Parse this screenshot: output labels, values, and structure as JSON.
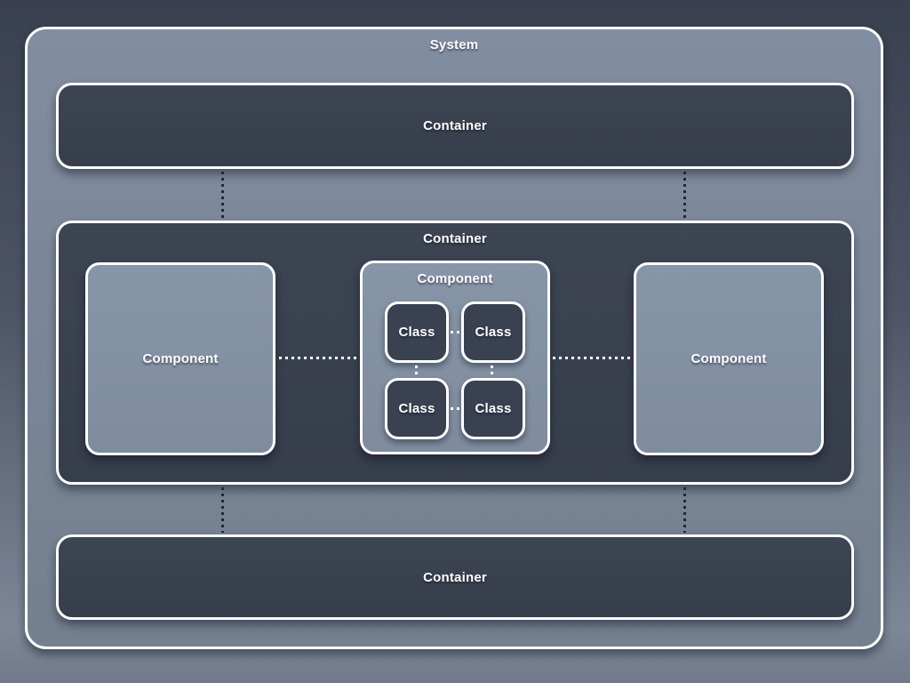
{
  "colors": {
    "page_bg_top": "#394050",
    "page_bg_mid": "#4d5466",
    "page_bg_bottom": "#7d8798",
    "system_fill_top": "#818da0",
    "system_fill_bottom": "#74808f",
    "container_fill_top": "#3d4452",
    "container_fill_bottom": "#373e4b",
    "component_fill_top": "#8795a8",
    "component_fill_bottom": "#7e8c9e",
    "class_fill": "#3a4150",
    "border": "#ffffff",
    "connector_dark": "#24282f",
    "connector_light": "#ffffff",
    "label_color": "#ffffff"
  },
  "diagram": {
    "type": "c4-architecture-diagram",
    "system": {
      "label": "System"
    },
    "containers": [
      {
        "id": "container-top",
        "label": "Container"
      },
      {
        "id": "container-middle",
        "label": "Container"
      },
      {
        "id": "container-bottom",
        "label": "Container"
      }
    ],
    "components": [
      {
        "id": "component-left",
        "label": "Component",
        "parent": "container-middle"
      },
      {
        "id": "component-center",
        "label": "Component",
        "parent": "container-middle"
      },
      {
        "id": "component-right",
        "label": "Component",
        "parent": "container-middle"
      }
    ],
    "classes": [
      {
        "id": "class-top-left",
        "label": "Class",
        "parent": "component-center"
      },
      {
        "id": "class-top-right",
        "label": "Class",
        "parent": "component-center"
      },
      {
        "id": "class-bottom-left",
        "label": "Class",
        "parent": "component-center"
      },
      {
        "id": "class-bottom-right",
        "label": "Class",
        "parent": "component-center"
      }
    ],
    "relationships": [
      {
        "from": "container-top",
        "to": "container-middle",
        "lane": "left",
        "style": "dotted-dark"
      },
      {
        "from": "container-top",
        "to": "container-middle",
        "lane": "right",
        "style": "dotted-dark"
      },
      {
        "from": "container-middle",
        "to": "container-bottom",
        "lane": "left",
        "style": "dotted-dark"
      },
      {
        "from": "container-middle",
        "to": "container-bottom",
        "lane": "right",
        "style": "dotted-dark"
      },
      {
        "from": "component-left",
        "to": "component-center",
        "style": "dotted-light"
      },
      {
        "from": "component-center",
        "to": "component-right",
        "style": "dotted-light"
      },
      {
        "from": "class-top-left",
        "to": "class-top-right",
        "style": "dotted-light"
      },
      {
        "from": "class-bottom-left",
        "to": "class-bottom-right",
        "style": "dotted-light"
      },
      {
        "from": "class-top-left",
        "to": "class-bottom-left",
        "style": "dotted-light"
      },
      {
        "from": "class-top-right",
        "to": "class-bottom-right",
        "style": "dotted-light"
      }
    ]
  }
}
